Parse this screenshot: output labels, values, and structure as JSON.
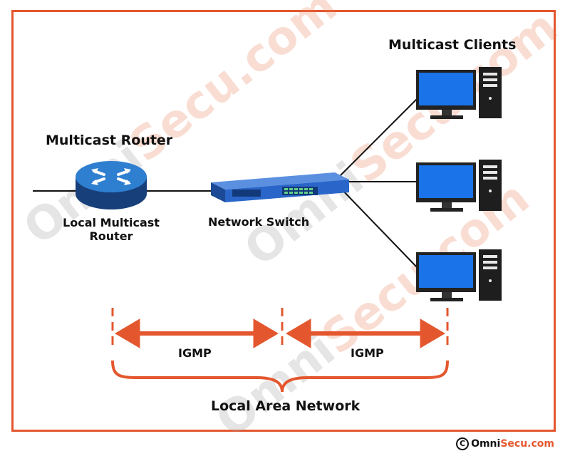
{
  "labels": {
    "multicast_clients": "Multicast Clients",
    "multicast_router": "Multicast Router",
    "local_router_line1": "Local Multicast",
    "local_router_line2": "Router",
    "network_switch": "Network Switch",
    "igmp_left": "IGMP",
    "igmp_right": "IGMP",
    "lan": "Local Area Network"
  },
  "watermark": {
    "prefix": "Omni",
    "suffix": "Secu.com"
  },
  "copyright": {
    "symbol": "C",
    "prefix": "Omni",
    "suffix": "Secu.com"
  },
  "colors": {
    "accent": "#e4572e",
    "router": "#1f5fa8",
    "switch": "#2a66c9",
    "screen": "#1a73e8"
  }
}
